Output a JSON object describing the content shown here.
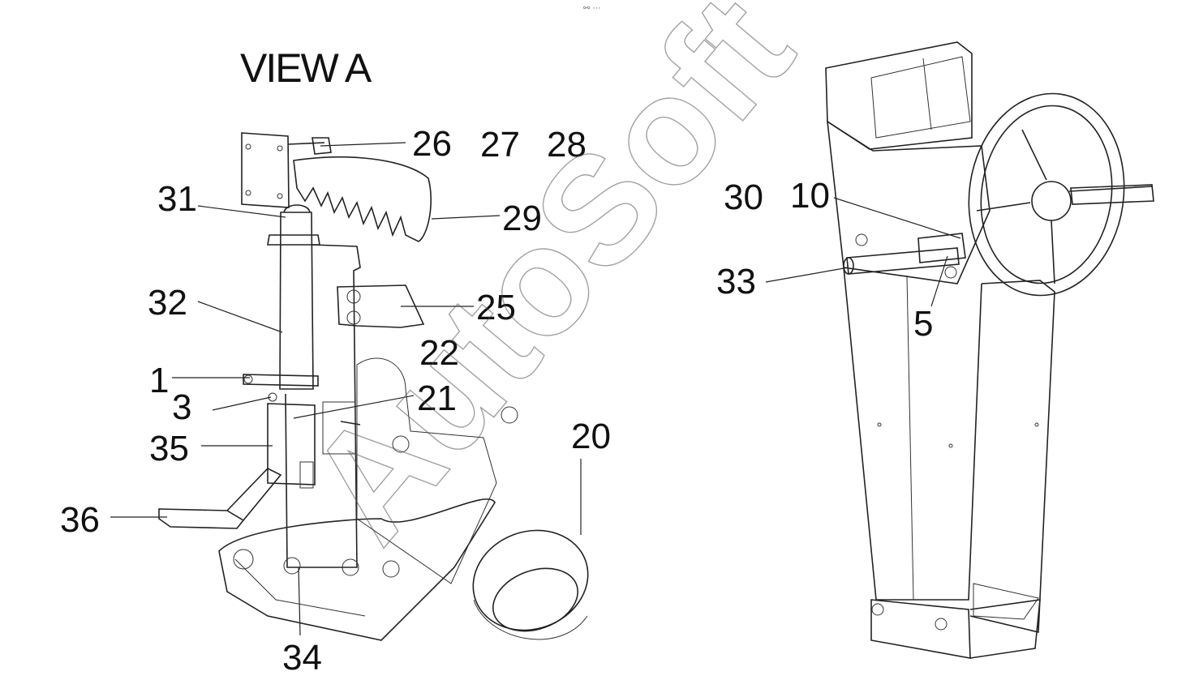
{
  "title": "VIEW A",
  "watermark": "AutoSoft",
  "top_icon": "link-more-icon",
  "callouts": {
    "c1": "1",
    "c3": "3",
    "c5": "5",
    "c10": "10",
    "c20": "20",
    "c21": "21",
    "c22": "22",
    "c25": "25",
    "c26": "26",
    "c27": "27",
    "c28": "28",
    "c29": "29",
    "c30": "30",
    "c31": "31",
    "c32": "32",
    "c33": "33",
    "c34": "34",
    "c35": "35",
    "c36": "36"
  },
  "colors": {
    "line": "#222222",
    "background": "#ffffff",
    "watermark": "#555555"
  }
}
